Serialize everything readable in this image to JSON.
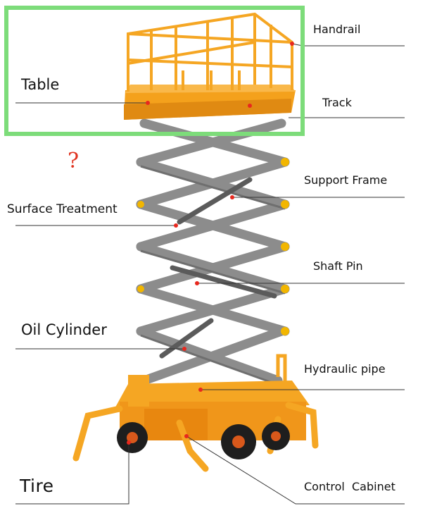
{
  "labels": {
    "handrail": "Handrail",
    "table": "Table",
    "track": "Track",
    "support_frame": "Support Frame",
    "surface_treatment": "Surface Treatment",
    "shaft_pin": "Shaft Pin",
    "oil_cylinder": "Oil Cylinder",
    "hydraulic_pipe": "Hydraulic pipe",
    "tire": "Tire",
    "control_cabinet": "Control  Cabinet"
  },
  "question_mark": "?",
  "colors": {
    "highlight_box": "#7ddc7a",
    "machine_body": "#f5a623",
    "scissor_arms": "#8c8c8c",
    "callout_dot": "#e8281e",
    "question_mark": "#e0321f"
  }
}
